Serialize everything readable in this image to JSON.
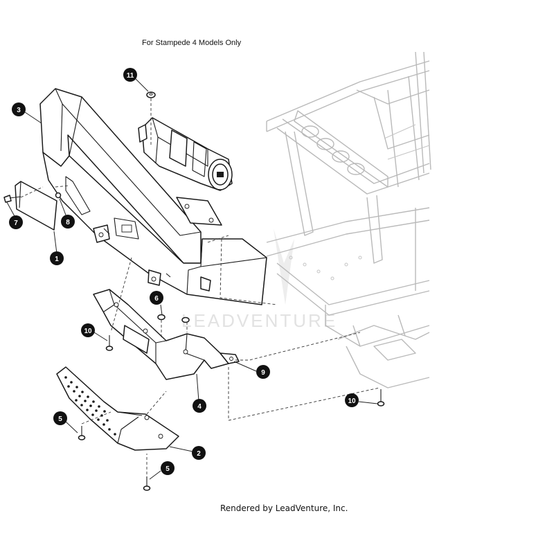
{
  "header_note": "For Stampede 4 Models Only",
  "footer_credit": "Rendered by LeadVenture, Inc.",
  "watermark": "LEADVENTURE",
  "callouts": [
    "11",
    "3",
    "7",
    "8",
    "1",
    "6",
    "10",
    "9",
    "4",
    "10",
    "5",
    "2",
    "5"
  ]
}
